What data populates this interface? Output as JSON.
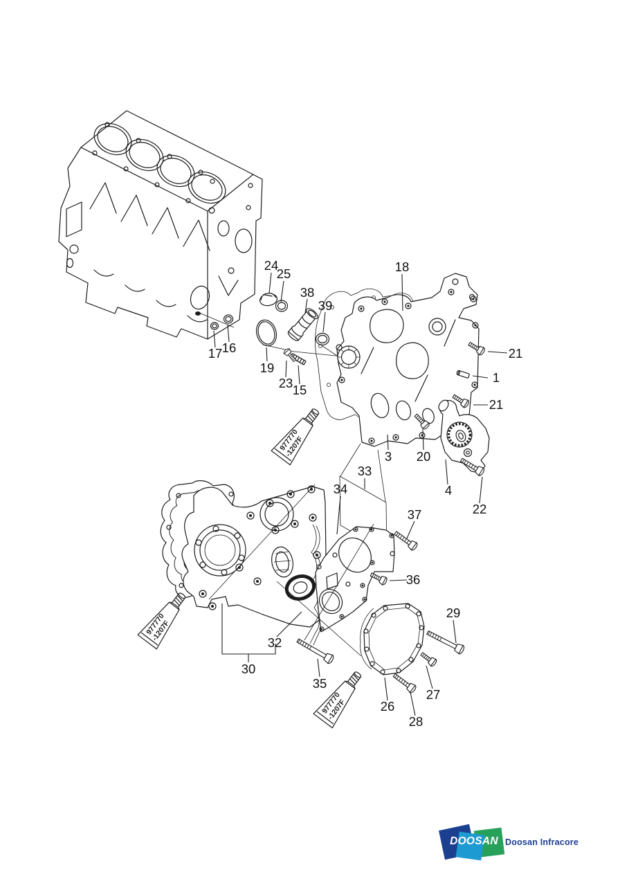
{
  "callouts": [
    {
      "label": "24"
    },
    {
      "label": "25"
    },
    {
      "label": "38"
    },
    {
      "label": "39"
    },
    {
      "label": "18"
    },
    {
      "label": "19"
    },
    {
      "label": "23"
    },
    {
      "label": "15"
    },
    {
      "label": "17"
    },
    {
      "label": "16"
    },
    {
      "label": "21"
    },
    {
      "label": "1"
    },
    {
      "label": "21"
    },
    {
      "label": "3"
    },
    {
      "label": "20"
    },
    {
      "label": "4"
    },
    {
      "label": "22"
    },
    {
      "label": "33"
    },
    {
      "label": "34"
    },
    {
      "label": "37"
    },
    {
      "label": "36"
    },
    {
      "label": "29"
    },
    {
      "label": "32"
    },
    {
      "label": "30"
    },
    {
      "label": "35"
    },
    {
      "label": "27"
    },
    {
      "label": "26"
    },
    {
      "label": "28"
    }
  ],
  "sealant_tube": {
    "count": 3,
    "label_line1": "977770",
    "label_line2": "-1207F"
  },
  "logo": {
    "wordmark": "DOOSAN",
    "company": "Doosan Infracore",
    "navy": "#1c3f8f",
    "blue": "#1e9ad2",
    "green": "#27a05a"
  }
}
